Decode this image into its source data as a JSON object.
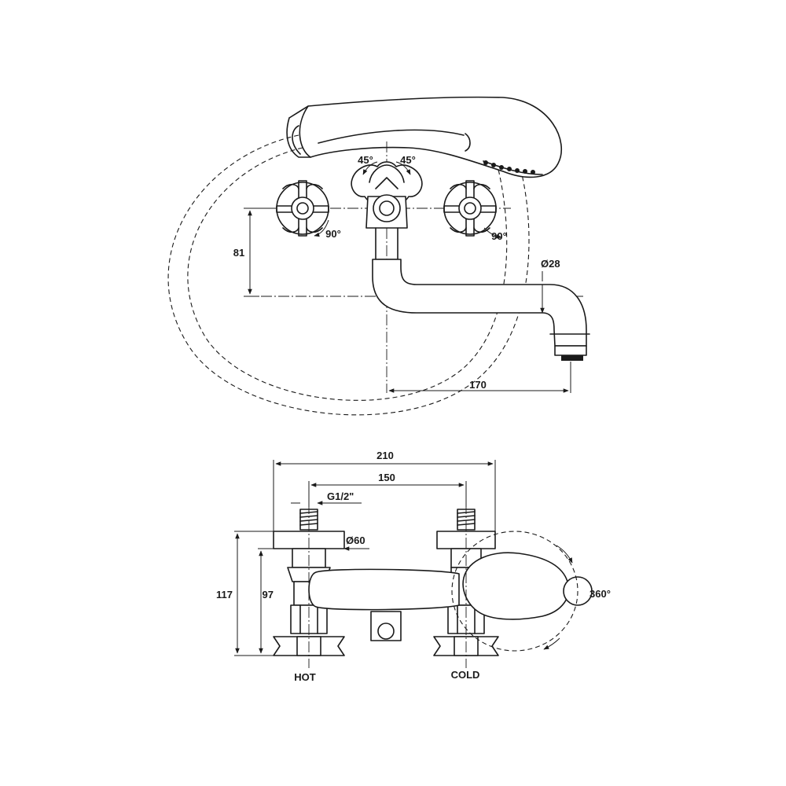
{
  "top_view": {
    "dim_height": "81",
    "dim_spout_diameter": "Ø28",
    "dim_reach": "170",
    "angle_left_diverter": "45°",
    "angle_right_diverter": "45°",
    "angle_left_handle": "90°",
    "angle_right_handle": "90°"
  },
  "front_view": {
    "dim_overall_width": "210",
    "dim_centers": "150",
    "dim_thread": "G1/2\"",
    "dim_flange_diameter": "Ø60",
    "dim_overall_height": "117",
    "dim_center_height": "97",
    "angle_rotation": "360°",
    "label_hot": "HOT",
    "label_cold": "COLD"
  }
}
